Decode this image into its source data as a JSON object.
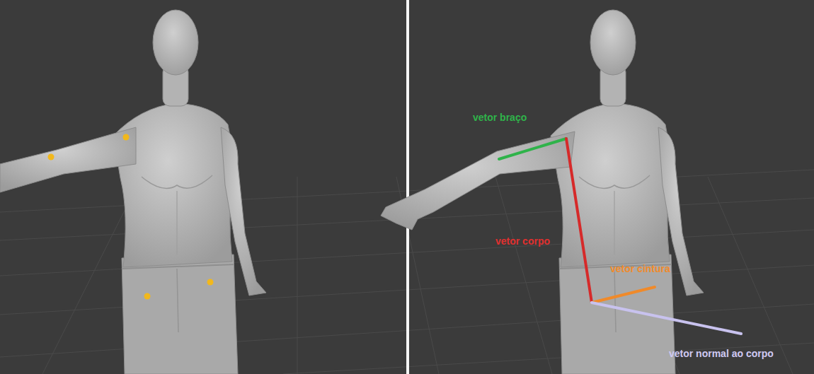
{
  "diagram": {
    "labels": [
      "vetor braço",
      "vetor corpo",
      "vetor cintura",
      "vetor normal ao corpo"
    ]
  }
}
